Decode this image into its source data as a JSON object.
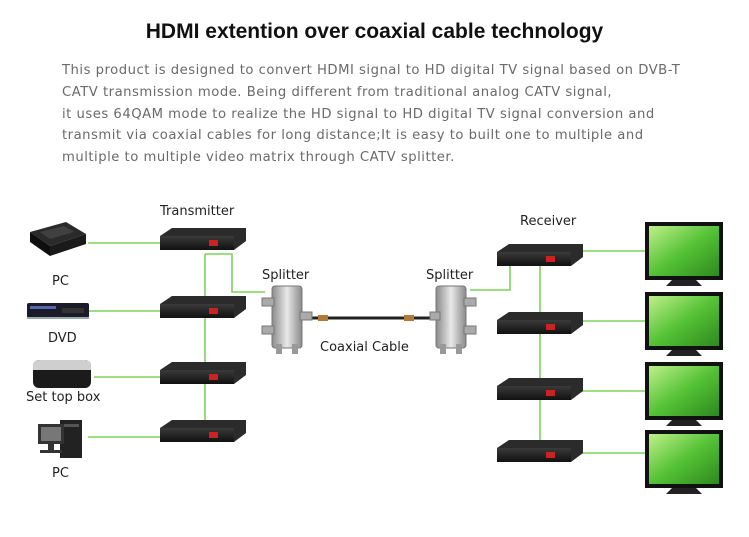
{
  "header": {
    "title": "HDMI extention over coaxial cable technology",
    "description_lines": [
      "This product is designed to convert HDMI signal to HD digital TV signal based on DVB-T",
      "CATV transmission mode. Being different from traditional analog CATV signal,",
      "it uses 64QAM mode to realize the HD signal to HD digital TV signal conversion and",
      "transmit via coaxial cables for long distance;It is easy to built one to multiple and",
      "multiple to multiple video matrix through CATV splitter."
    ]
  },
  "diagram": {
    "transmitter_label": "Transmitter",
    "receiver_label": "Receiver",
    "splitter_left_label": "Splitter",
    "splitter_right_label": "Splitter",
    "cable_label": "Coaxial Cable",
    "sources": [
      "PC",
      "DVD",
      "Set top box",
      "PC"
    ],
    "colors": {
      "link": "#7dd35a",
      "device": "#1c1c1c",
      "screen": "#5cc93a"
    }
  }
}
